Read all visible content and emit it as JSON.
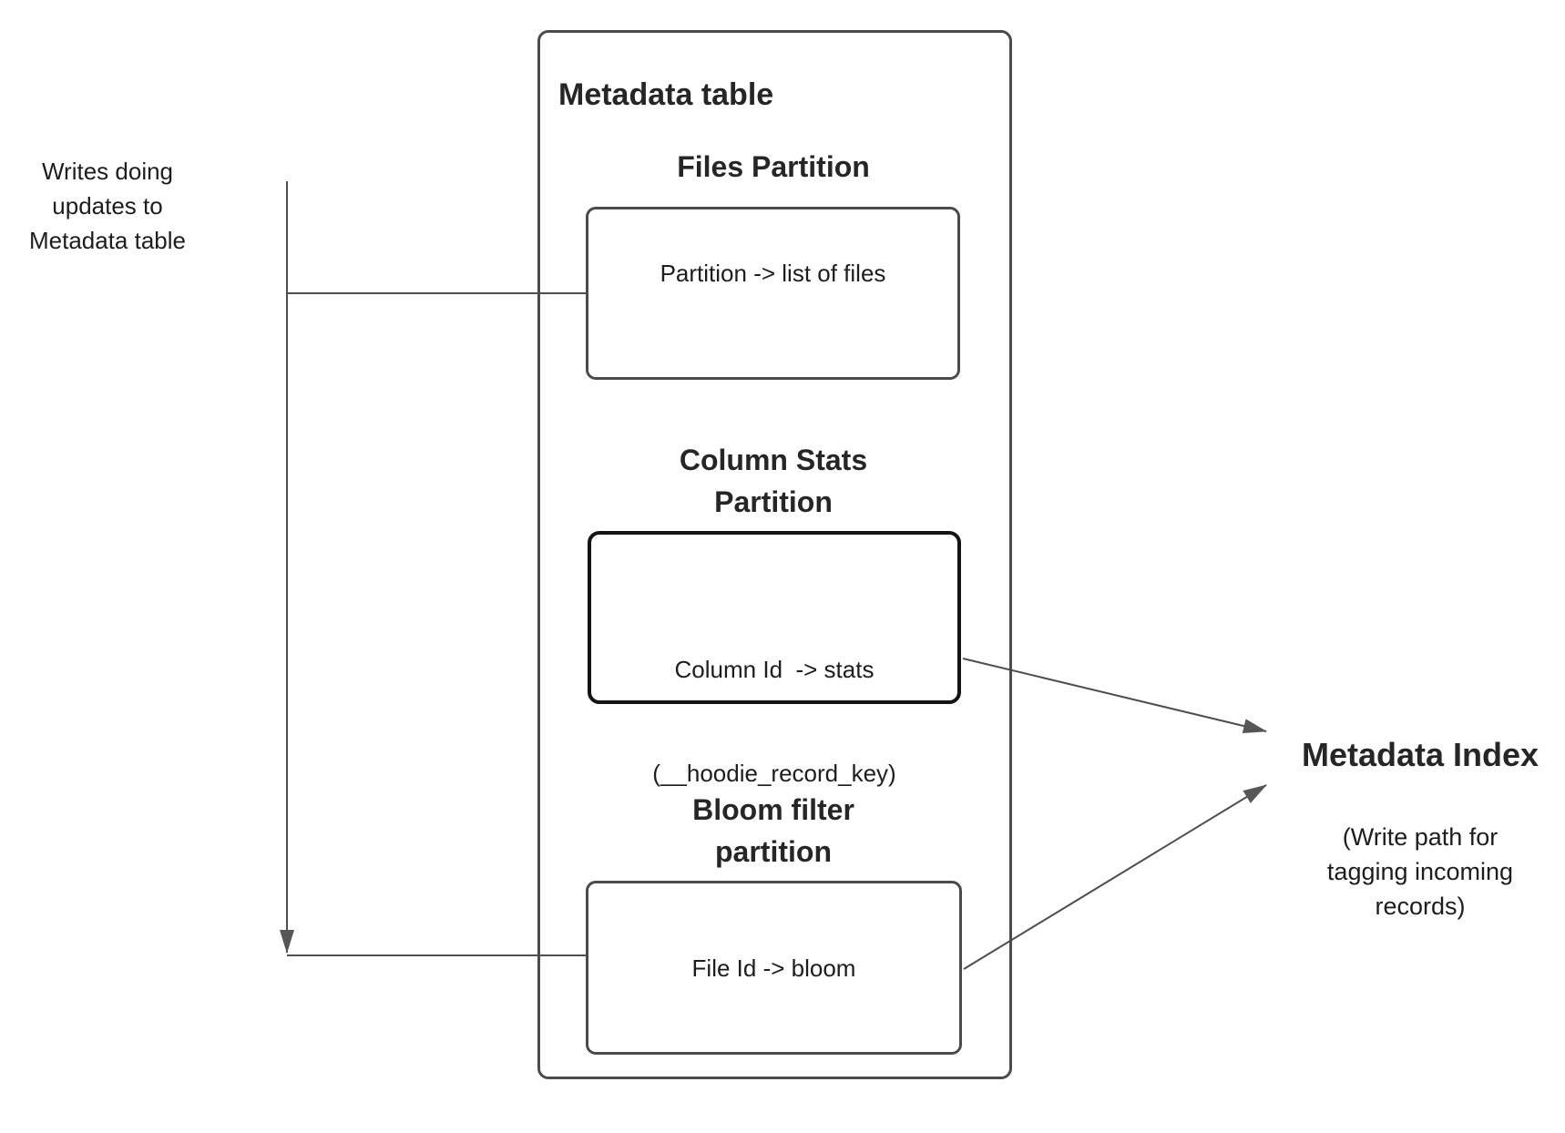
{
  "diagram": {
    "background": "#ffffff",
    "text_color": "#1d1d1d",
    "line_color": "#4e4e4e",
    "arrow_fill": "#565656",
    "border_color": "#4b4b4b",
    "emphasized_border_color": "#141414"
  },
  "annotation": {
    "lines": [
      "Writes doing",
      "updates to",
      "Metadata table"
    ]
  },
  "metadata_table": {
    "title": "Metadata table",
    "files_partition": {
      "heading": "Files Partition",
      "body": "Partition -> list of files"
    },
    "column_stats_partition": {
      "heading_lines": [
        "Column Stats",
        "Partition"
      ],
      "body_lines": [
        "Column Id  -> stats",
        "(__hoodie_record_key)"
      ]
    },
    "bloom_partition": {
      "heading_lines": [
        "Bloom filter",
        "partition"
      ],
      "body": "File Id -> bloom"
    }
  },
  "metadata_index": {
    "title": "Metadata Index",
    "subtitle_lines": [
      "(Write path for",
      "tagging incoming",
      "records)"
    ]
  }
}
